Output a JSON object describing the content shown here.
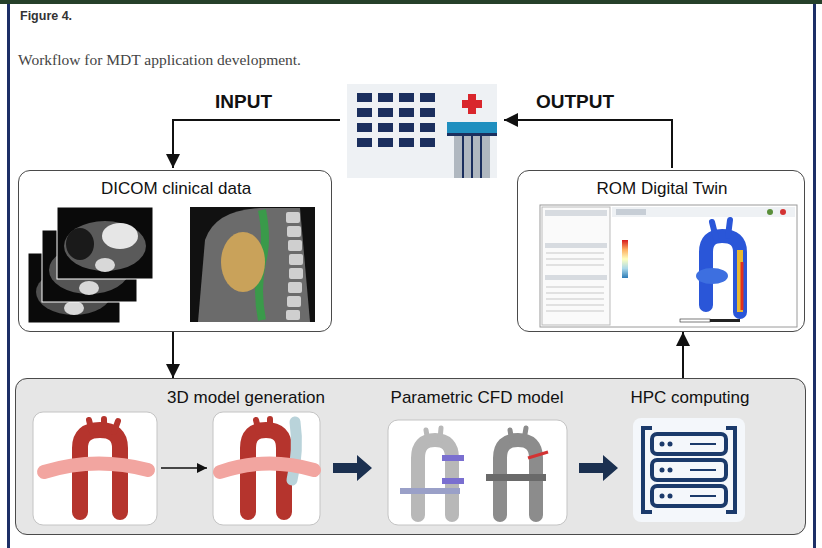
{
  "diagram": {
    "title": "Figure 4.",
    "caption": "Workflow for MDT application development.",
    "nodes": [
      {
        "text": [
          "DICOM clinical data"
        ]
      },
      {
        "text": [
          "ROM Digital Twin"
        ]
      },
      {
        "text": [
          "3D model generation",
          "Parametric CFD model",
          "HPC computing"
        ]
      }
    ],
    "edges": [
      {
        "from": 0,
        "to": 2,
        "arrow": "to"
      },
      {
        "from": 2,
        "to": 1,
        "arrow": "to"
      }
    ],
    "labels": [
      "INPUT",
      "OUTPUT"
    ]
  }
}
